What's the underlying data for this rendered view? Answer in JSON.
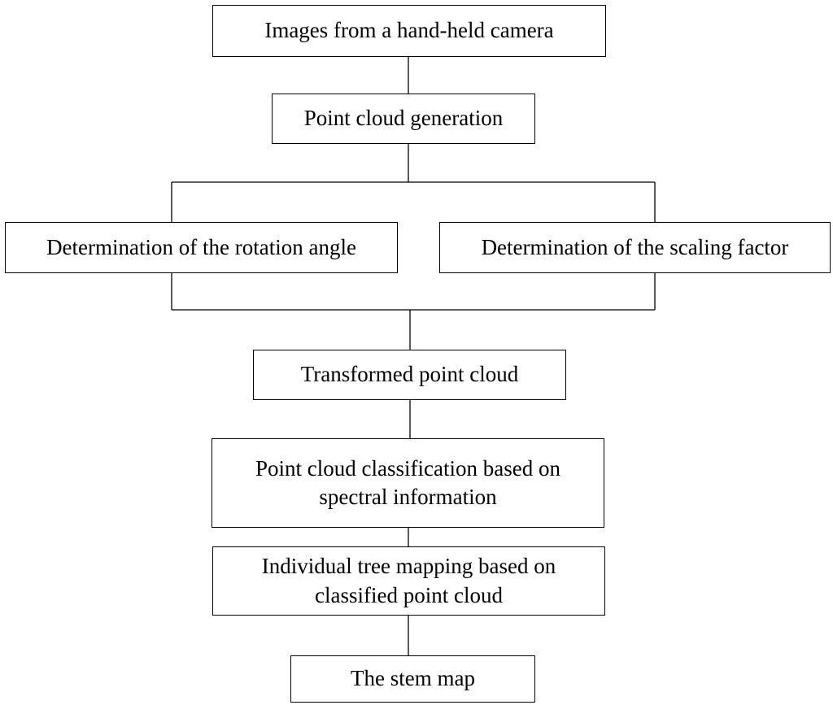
{
  "flowchart": {
    "steps": {
      "images": "Images from a hand-held camera",
      "point_cloud_generation": "Point cloud generation",
      "rotation_angle": "Determination of the rotation angle",
      "scaling_factor": "Determination of the scaling factor",
      "transformed_point_cloud": "Transformed point cloud",
      "classification": "Point cloud classification based on\nspectral information",
      "tree_mapping": "Individual tree mapping based on\nclassified point cloud",
      "stem_map": "The stem map"
    }
  }
}
